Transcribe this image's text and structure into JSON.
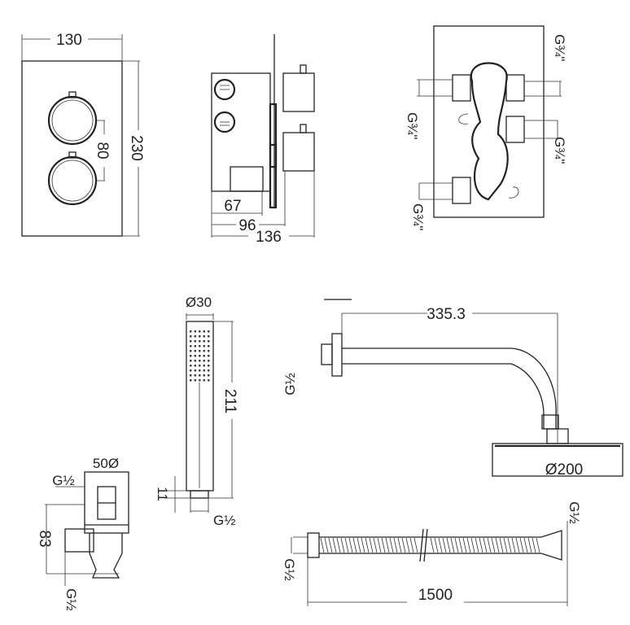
{
  "faceplate_view": {
    "width_label": "130",
    "height_label": "230",
    "knob_spacing_label": "80"
  },
  "side_view": {
    "depth_a_label": "67",
    "depth_b_label": "96",
    "depth_c_label": "136"
  },
  "rear_view": {
    "port_labels": [
      "G¾\"",
      "G¾\"",
      "G¾\"",
      "G¾\""
    ]
  },
  "hand_shower": {
    "diameter_label": "Ø30",
    "length_label": "211",
    "connector_label": "11",
    "thread_label": "G½"
  },
  "shower_arm": {
    "reach_label": "335.3",
    "thread_label": "G½",
    "head_diameter_label": "Ø200"
  },
  "wall_outlet": {
    "size_label": "50Ø",
    "top_thread_label": "G½",
    "height_label": "83",
    "bottom_thread_label": "G½"
  },
  "hose": {
    "length_label": "1500",
    "left_thread_label": "G½",
    "right_thread_label": "G½"
  }
}
